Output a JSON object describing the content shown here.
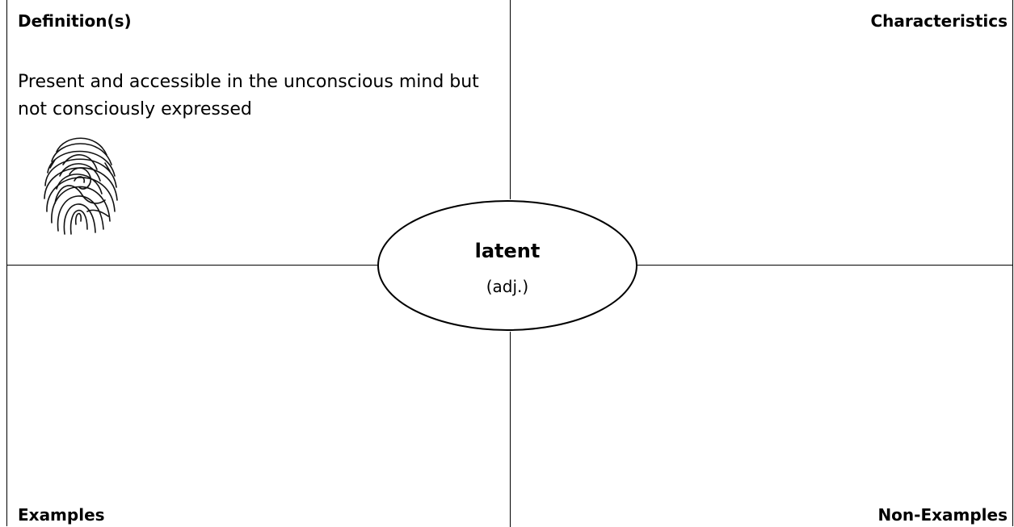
{
  "quadrants": {
    "top_left_title": "Definition(s)",
    "top_right_title": "Characteristics",
    "bottom_left_title": "Examples",
    "bottom_right_title": "Non-Examples"
  },
  "definition_text": "Present and accessible in the unconscious mind but not consciously expressed",
  "center": {
    "term": "latent",
    "part_of_speech": "(adj.)"
  },
  "icons": {
    "definition_image": "fingerprint-icon"
  }
}
